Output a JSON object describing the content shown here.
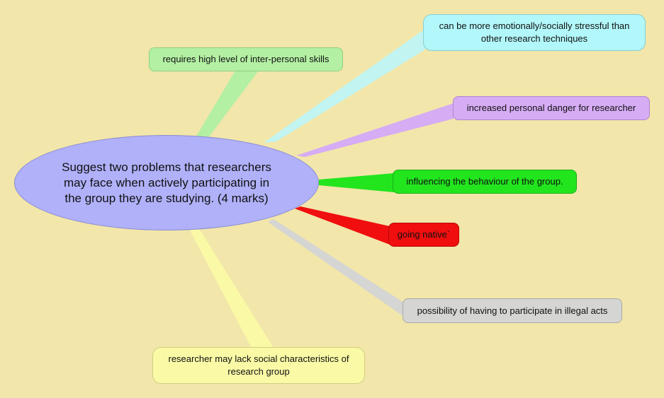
{
  "center": {
    "text": "Suggest two problems that researchers may face when actively participating in the group they are studying. (4 marks)",
    "color": "#b0b1f9"
  },
  "nodes": [
    {
      "text": "requires high level of inter-personal skills",
      "color": "#b4f0a4"
    },
    {
      "text": "can be more emotionally/socially stressful than other research techniques",
      "color": "#b2f7f9"
    },
    {
      "text": "increased personal danger for researcher",
      "color": "#d6acf4"
    },
    {
      "text": "influencing the behaviour of the group.",
      "color": "#22e51e"
    },
    {
      "text": "going native`",
      "color": "#f00e0e"
    },
    {
      "text": "possibility of having to participate in illegal acts",
      "color": "#d5d5d3"
    },
    {
      "text": "researcher may lack social characteristics of research group",
      "color": "#fafaa6"
    }
  ]
}
